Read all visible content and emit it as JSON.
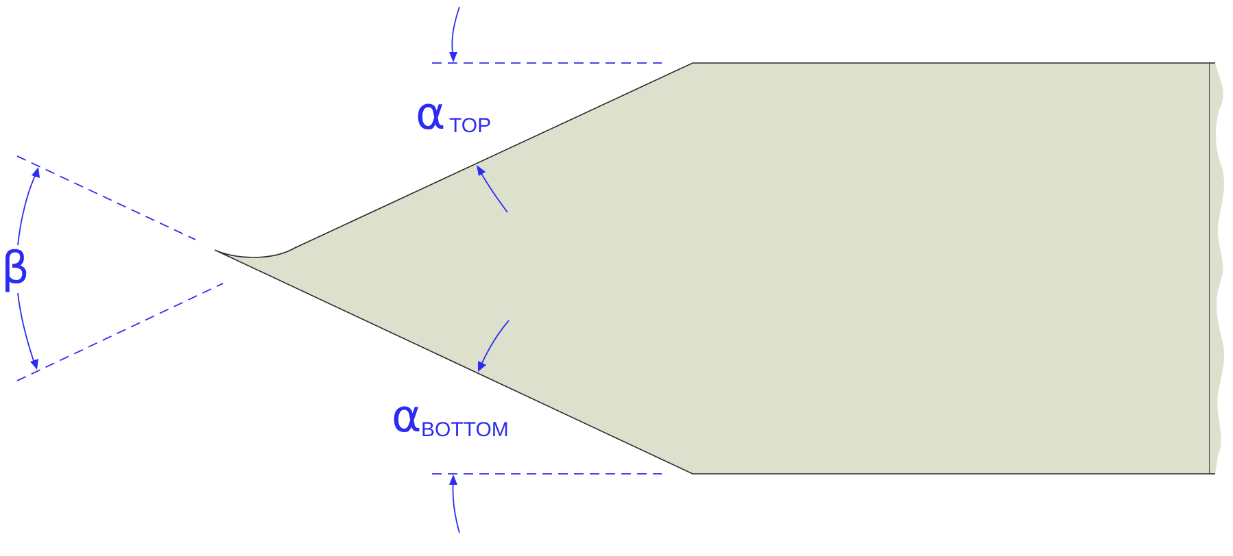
{
  "labels": {
    "beta": "β",
    "alpha_top": "α",
    "alpha_top_sub": "TOP",
    "alpha_bottom": "α",
    "alpha_bottom_sub": "BOTTOM"
  },
  "colors": {
    "annotation": "#2b2bf2",
    "blade_fill": "#dde0cd",
    "outline": "#2a2a2a"
  }
}
